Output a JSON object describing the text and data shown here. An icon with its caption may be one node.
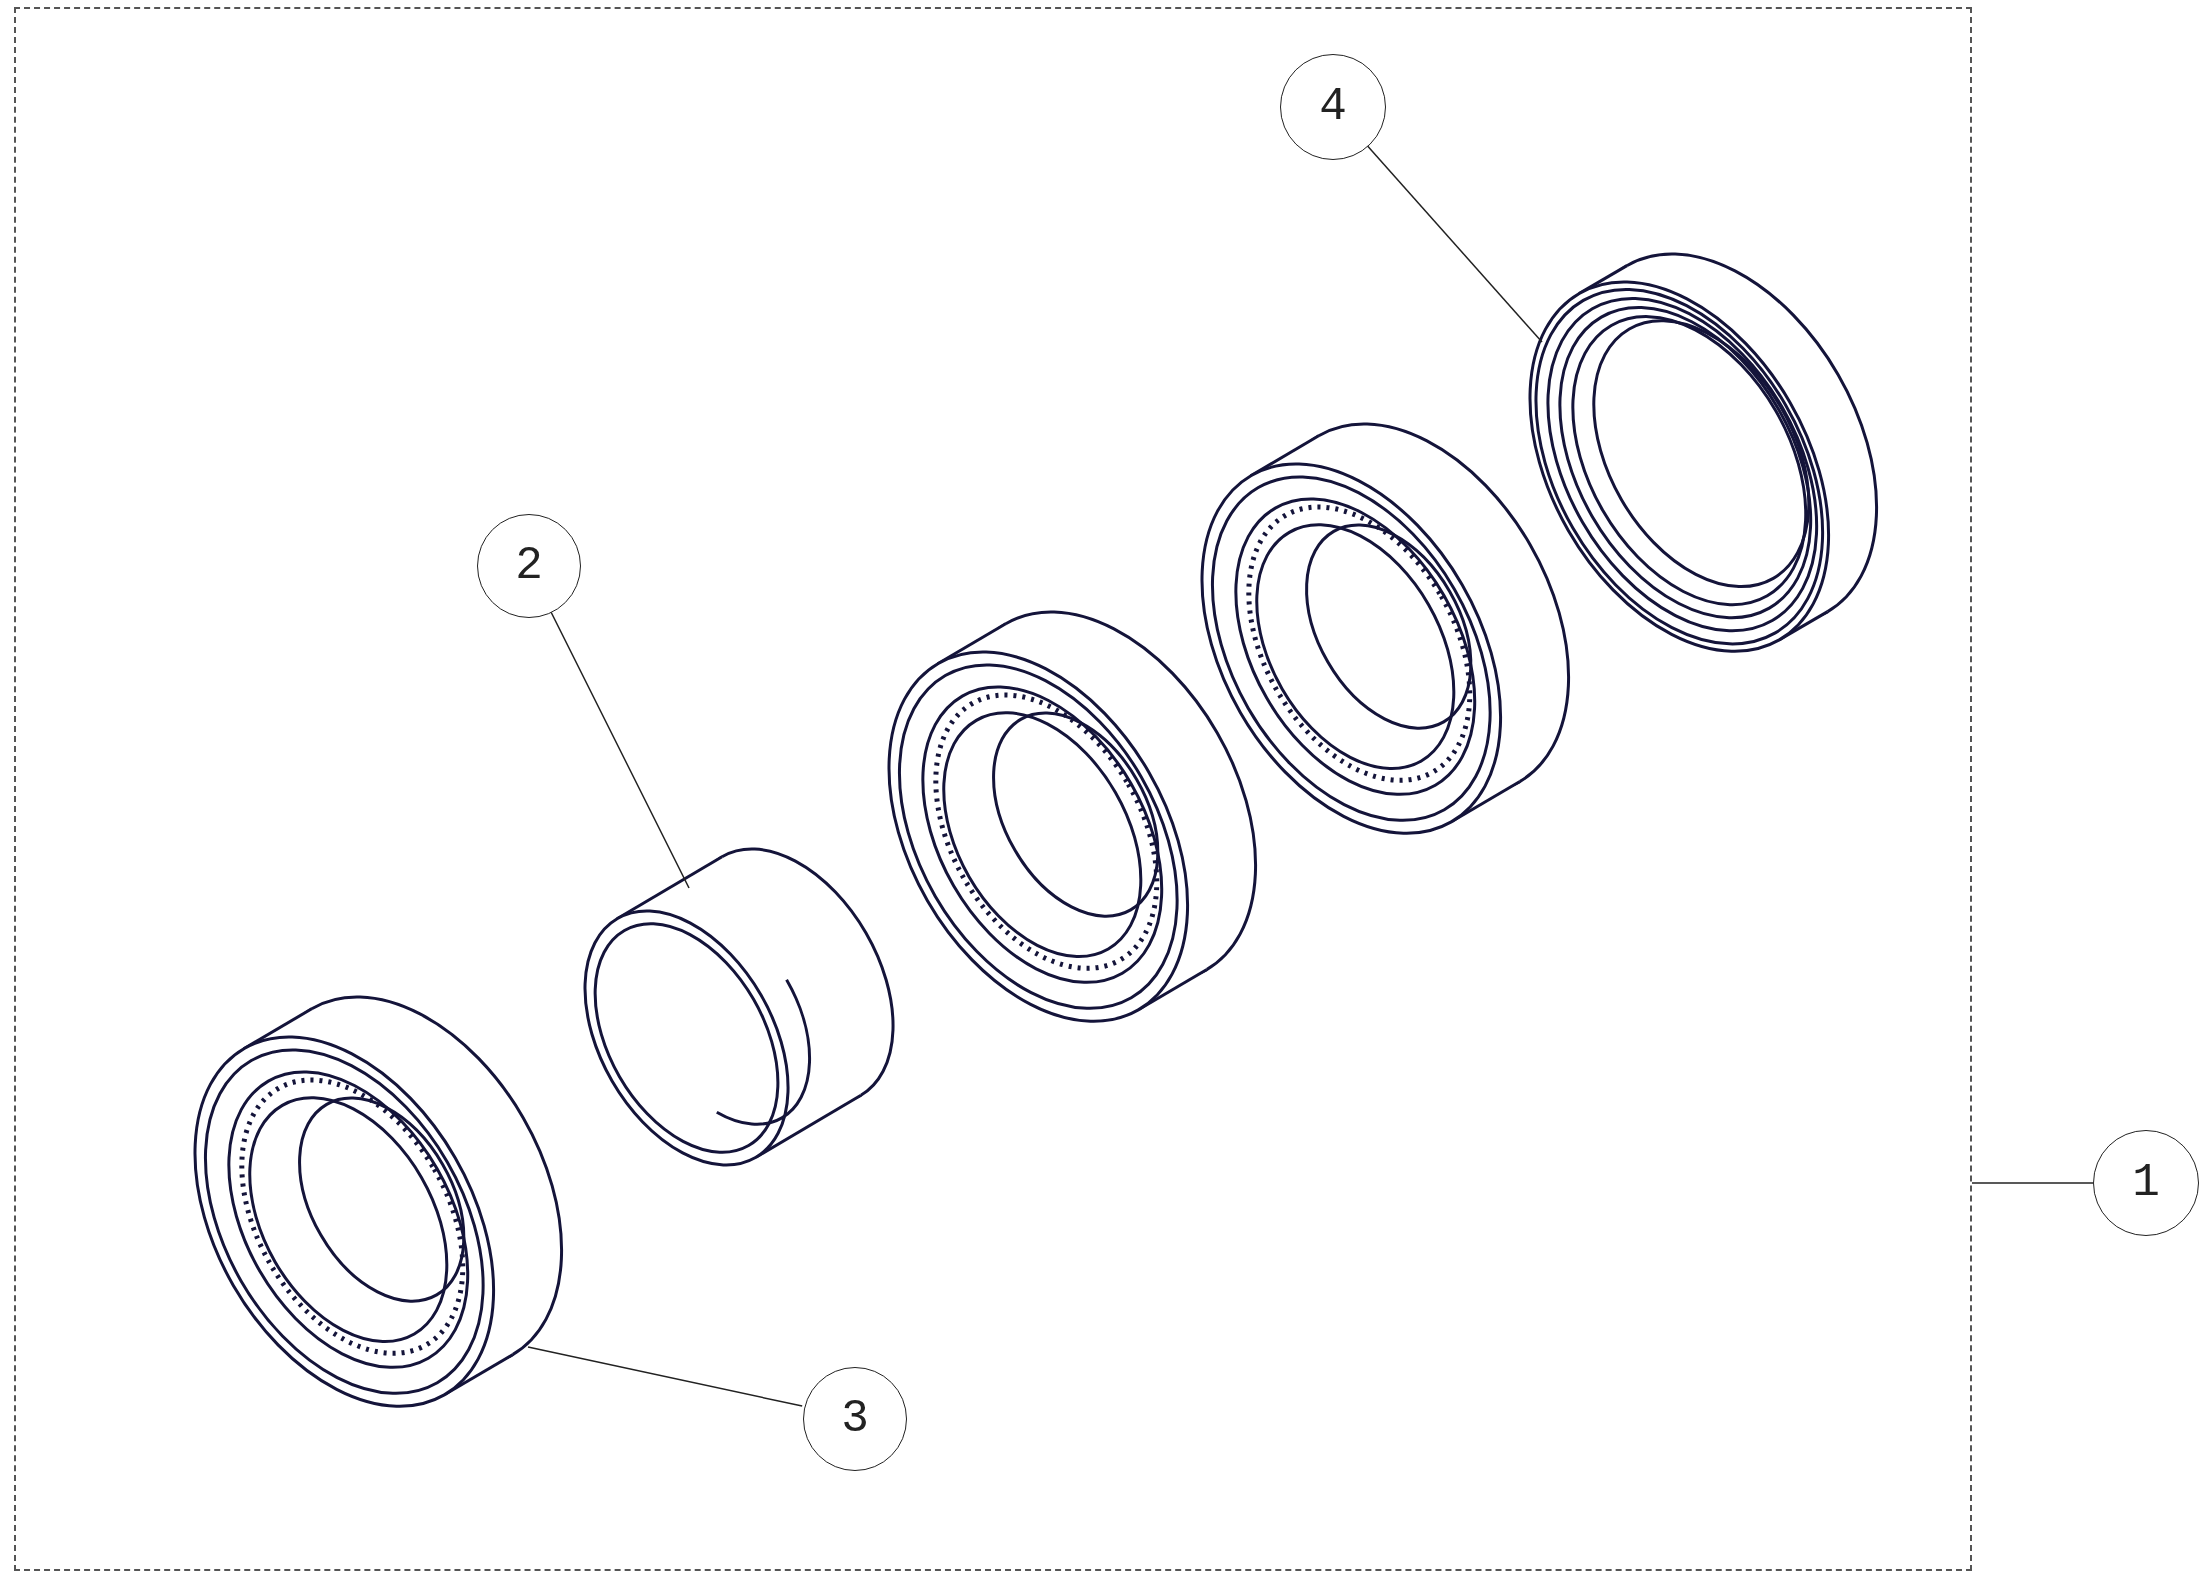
{
  "diagram": {
    "nodes": [
      {
        "text": [],
        "shape": "box"
      },
      {
        "text": [
          "4"
        ],
        "in": 0
      },
      {
        "text": [],
        "shape": "picture",
        "in": 0
      },
      {
        "text": [
          "2"
        ],
        "in": 0
      },
      {
        "text": [],
        "shape": "picture",
        "in": 0
      },
      {
        "text": [],
        "shape": "picture",
        "in": 0
      },
      {
        "text": [],
        "shape": "picture",
        "in": 0
      },
      {
        "text": [
          "1"
        ]
      },
      {
        "text": [],
        "shape": "picture",
        "in": 0
      },
      {
        "text": [
          "3"
        ],
        "in": 0
      }
    ],
    "edges": [
      {
        "from": 1,
        "to": 2,
        "arrow": "none"
      },
      {
        "from": 3,
        "to": 6,
        "arrow": "none"
      },
      {
        "from": 7,
        "to": 0,
        "arrow": "none"
      },
      {
        "from": 9,
        "to": 8,
        "arrow": "none"
      }
    ]
  }
}
